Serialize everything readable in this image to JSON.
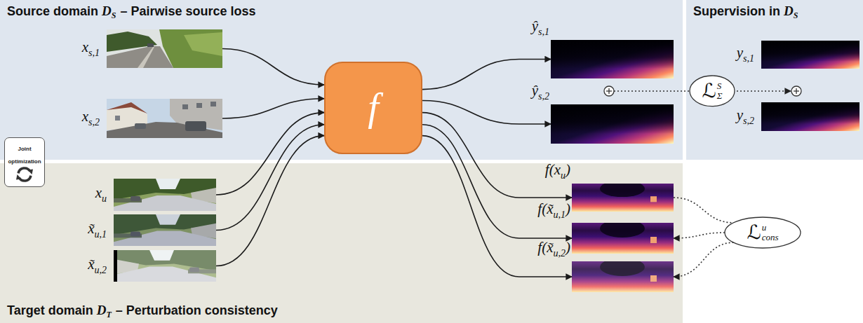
{
  "diagram": {
    "nodes": [
      {
        "text": [
          "Source domain",
          "D",
          "S",
          "– Pairwise source loss"
        ]
      },
      {
        "text": [
          "Supervision in",
          "D",
          "S"
        ]
      },
      {
        "text": [
          "Target domain",
          "D",
          "T",
          "– Perturbation consistency"
        ]
      },
      {
        "text": [
          "Joint optimization"
        ]
      },
      {
        "text": [
          "x",
          "s,1"
        ],
        "in": 0
      },
      {
        "text": [
          "x",
          "s,2"
        ],
        "in": 0
      },
      {
        "text": [
          "x",
          "u"
        ],
        "in": 2
      },
      {
        "text": [
          "x̃",
          "u,1"
        ],
        "in": 2
      },
      {
        "text": [
          "x̃",
          "u,2"
        ],
        "in": 2
      },
      {
        "text": [
          "f"
        ]
      },
      {
        "text": [
          "ŷ",
          "s,1"
        ],
        "in": 0
      },
      {
        "text": [
          "ŷ",
          "s,2"
        ],
        "in": 0
      },
      {
        "text": [
          "f(x",
          "u",
          ")"
        ],
        "in": 2
      },
      {
        "text": [
          "f(x̃",
          "u,1",
          ")"
        ],
        "in": 2
      },
      {
        "text": [
          "f(x̃",
          "u,2",
          ")"
        ],
        "in": 2
      },
      {
        "text": [
          "y",
          "s,1"
        ],
        "in": 1
      },
      {
        "text": [
          "y",
          "s,2"
        ],
        "in": 1
      },
      {
        "text": [
          "ℒ",
          "S",
          "Σ"
        ],
        "in": 1
      },
      {
        "text": [
          "ℒ",
          "u",
          "cons"
        ]
      }
    ],
    "edges": [
      {
        "from": 4,
        "to": 9,
        "arrow": "to"
      },
      {
        "from": 5,
        "to": 9,
        "arrow": "to"
      },
      {
        "from": 6,
        "to": 9,
        "arrow": "to"
      },
      {
        "from": 7,
        "to": 9,
        "arrow": "to"
      },
      {
        "from": 8,
        "to": 9,
        "arrow": "to"
      },
      {
        "from": 9,
        "to": 10,
        "arrow": "to"
      },
      {
        "from": 9,
        "to": 11,
        "arrow": "to"
      },
      {
        "from": 9,
        "to": 12,
        "arrow": "to"
      },
      {
        "from": 9,
        "to": 13,
        "arrow": "to"
      },
      {
        "from": 9,
        "to": 14,
        "arrow": "to"
      },
      {
        "from": 12,
        "to": 18,
        "arrow": "none"
      },
      {
        "from": 18,
        "to": 13,
        "arrow": "to"
      },
      {
        "from": 18,
        "to": 14,
        "arrow": "to"
      }
    ]
  }
}
